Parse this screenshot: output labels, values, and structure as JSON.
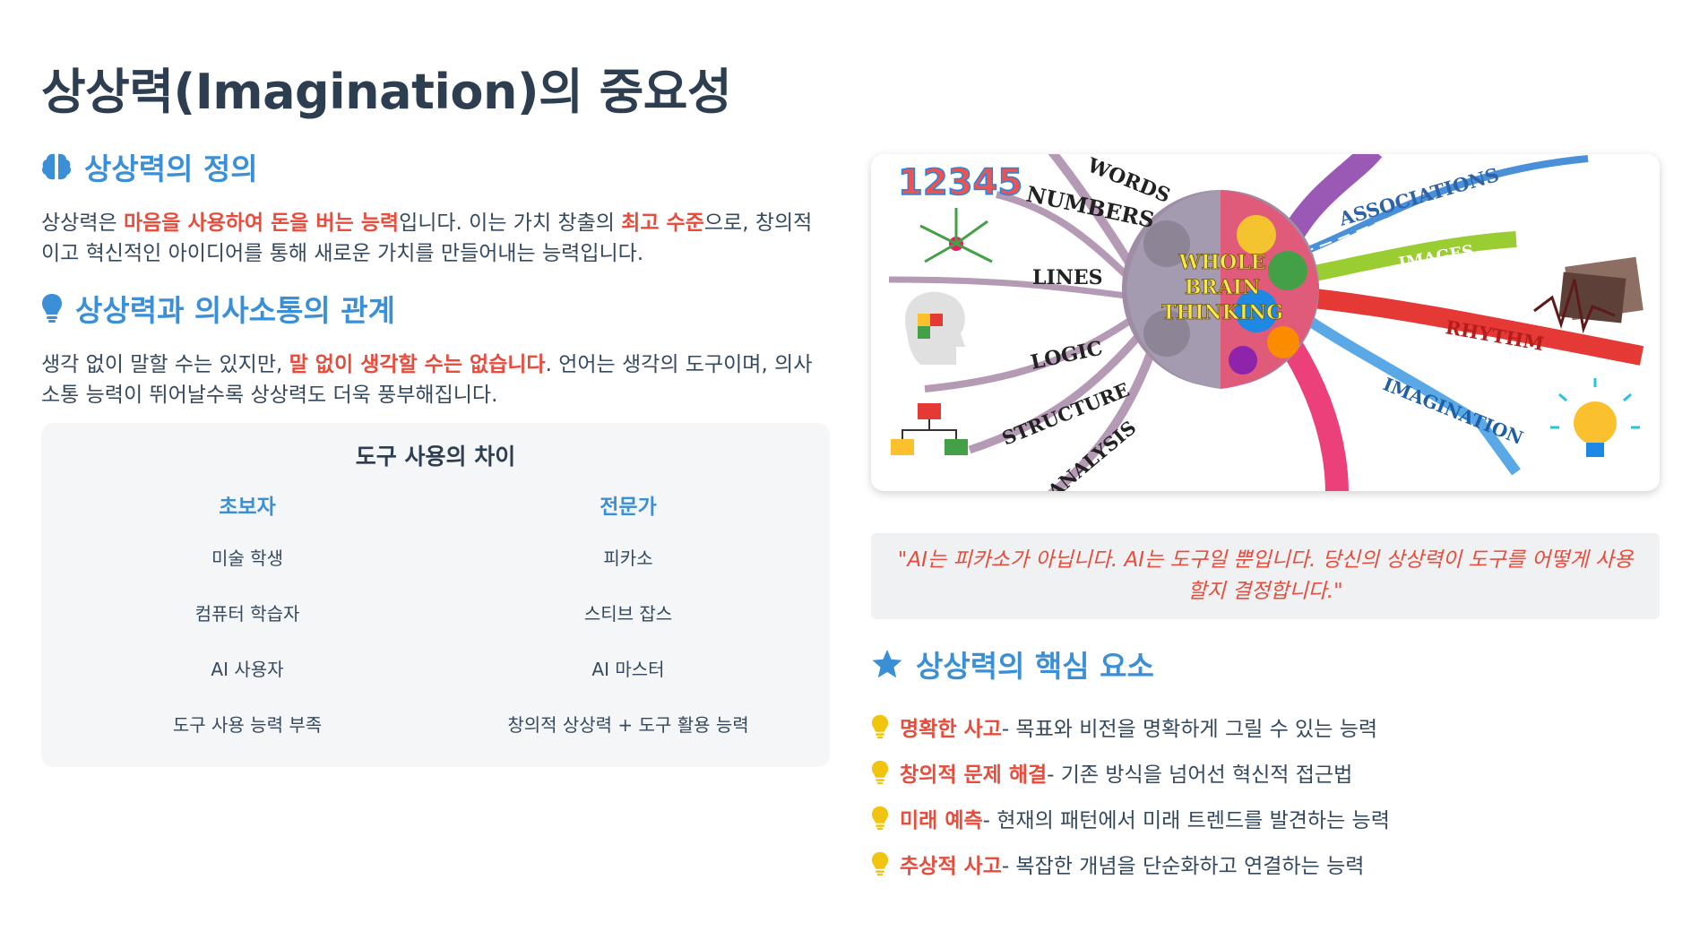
{
  "title": "상상력(Imagination)의 중요성",
  "definition": {
    "heading": "상상력의 정의",
    "p1": "상상력은 ",
    "h1": "마음을 사용하여 돈을 버는 능력",
    "p2": "입니다. 이는 가치 창출의 ",
    "h2": "최고 수준",
    "p3": "으로, 창의적이고 혁신적인 아이디어를 통해 새로운 가치를 만들어내는 능력입니다."
  },
  "relation": {
    "heading": "상상력과 의사소통의 관계",
    "p1": "생각 없이 말할 수는 있지만, ",
    "h1": "말 없이 생각할 수는 없습니다",
    "p2": ". 언어는 생각의 도구이며, 의사소통 능력이 뛰어날수록 상상력도 더욱 풍부해집니다."
  },
  "comparison": {
    "title": "도구 사용의 차이",
    "beginner": {
      "label": "초보자",
      "items": [
        "미술 학생",
        "컴퓨터 학습자",
        "AI 사용자",
        "도구 사용 능력 부족"
      ]
    },
    "expert": {
      "label": "전문가",
      "items": [
        "피카소",
        "스티브 잡스",
        "AI 마스터",
        "창의적 상상력 + 도구 활용 능력"
      ]
    }
  },
  "mindmap": {
    "left_labels": [
      "WORDS",
      "NUMBERS",
      "LINES",
      "LOGIC",
      "STRUCTURE",
      "ANALYSIS"
    ],
    "right_labels": [
      "ASSOCIATIONS",
      "IMAGES",
      "RHYTHM",
      "IMAGINATION"
    ],
    "center_lines": [
      "WHOLE",
      "BRAIN",
      "THINKING"
    ],
    "number_art": "12345"
  },
  "quote": "\"AI는 피카소가 아닙니다. AI는 도구일 뿐입니다. 당신의 상상력이 도구를 어떻게 사용할지 결정합니다.\"",
  "core": {
    "heading": "상상력의 핵심 요소",
    "items": [
      {
        "name": "명확한 사고",
        "desc": " - 목표와 비전을 명확하게 그릴 수 있는 능력"
      },
      {
        "name": "창의적 문제 해결",
        "desc": " - 기존 방식을 넘어선 혁신적 접근법"
      },
      {
        "name": "미래 예측",
        "desc": " - 현재의 패턴에서 미래 트렌드를 발견하는 능력"
      },
      {
        "name": "추상적 사고",
        "desc": " - 복잡한 개념을 단순화하고 연결하는 능력"
      }
    ]
  },
  "colors": {
    "accent": "#3a8fd6",
    "highlight": "#e74c3c",
    "text": "#2c3e50",
    "bulb": "#f1c40f"
  }
}
